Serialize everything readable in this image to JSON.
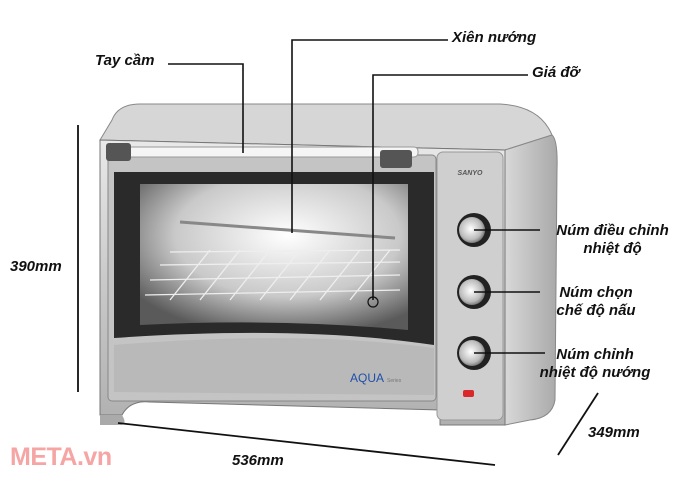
{
  "labels": {
    "handle": "Tay cầm",
    "rotisserie": "Xiên nướng",
    "rack": "Giá đỡ",
    "temp_knob": [
      "Núm điều chỉnh",
      "nhiệt độ"
    ],
    "mode_knob": [
      "Núm chọn",
      "chế độ nấu"
    ],
    "timer_knob": [
      "Núm chỉnh",
      "nhiệt độ nướng"
    ]
  },
  "dimensions": {
    "height": "390mm",
    "width": "536mm",
    "depth": "349mm"
  },
  "product": {
    "brand": "SANYO",
    "series": "AQUA",
    "series_suffix": "Series",
    "brand_color": "#1f4fa8"
  },
  "watermark": "META.vn",
  "colors": {
    "watermark": "#f6a5a5",
    "indicator": "#d8282a"
  }
}
